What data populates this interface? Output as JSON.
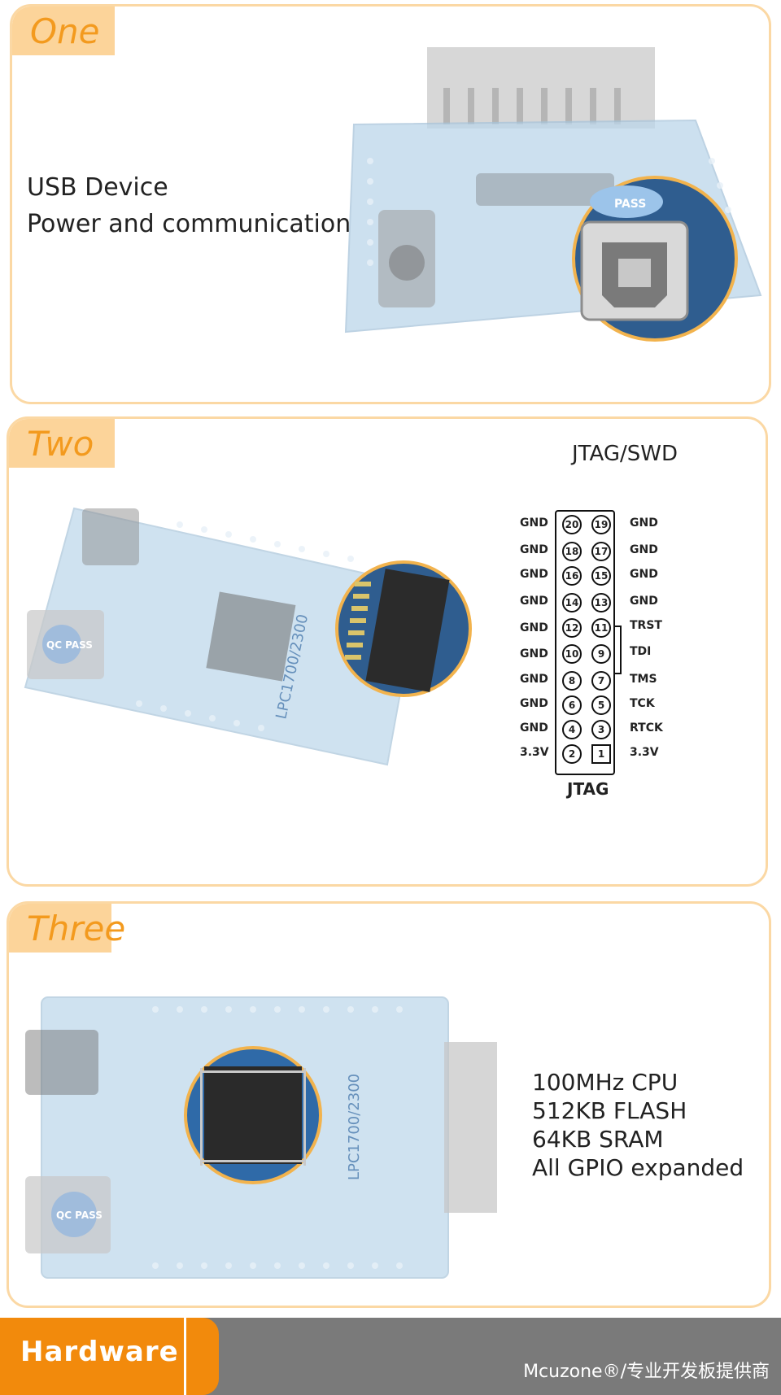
{
  "panels": {
    "one": {
      "tag": "One",
      "line1": "USB Device",
      "line2": "Power and communication",
      "badge": "PASS"
    },
    "two": {
      "tag": "Two",
      "title": "JTAG/SWD",
      "footer": "JTAG",
      "left_labels": [
        "GND",
        "GND",
        "GND",
        "GND",
        "GND",
        "GND",
        "GND",
        "GND",
        "GND",
        "3.3V"
      ],
      "right_labels": [
        "GND",
        "GND",
        "GND",
        "GND",
        "TRST",
        "TDI",
        "TMS",
        "TCK",
        "RTCK",
        "3.3V"
      ],
      "left_pins": [
        "20",
        "18",
        "16",
        "14",
        "12",
        "10",
        "8",
        "6",
        "4",
        "2"
      ],
      "right_pins": [
        "19",
        "17",
        "15",
        "13",
        "11",
        "9",
        "7",
        "5",
        "3",
        "1"
      ],
      "board_text": "LPC1700/2300",
      "badge": "QC PASS"
    },
    "three": {
      "tag": "Three",
      "spec1": "100MHz CPU",
      "spec2": "512KB FLASH",
      "spec3": "64KB SRAM",
      "spec4": "All GPIO expanded",
      "board_text": "LPC1700/2300",
      "badge": "QC PASS"
    }
  },
  "footer": {
    "title": "Hardware",
    "right_text": "Mcuzone®/专业开发板提供商"
  },
  "colors": {
    "accent": "#f28a0c",
    "tag_bg": "#fcd49a",
    "panel_border": "#fbd8a4",
    "footer_bg": "#7a7a7a"
  }
}
